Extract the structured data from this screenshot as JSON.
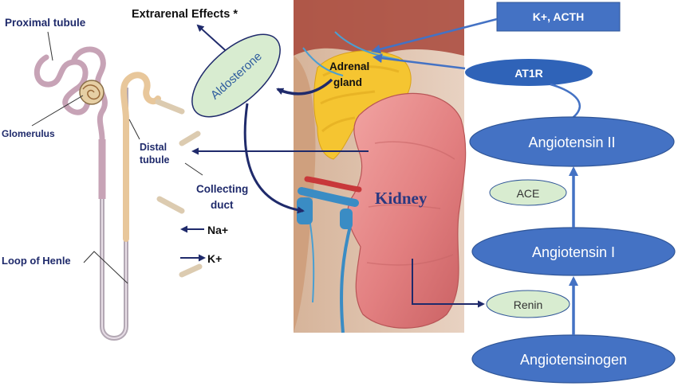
{
  "nephron": {
    "proximal_tubule": "Proximal tubule",
    "glomerulus": "Glomerulus",
    "distal_tubule_line1": "Distal",
    "distal_tubule_line2": "tubule",
    "collecting_duct_line1": "Collecting",
    "collecting_duct_line2": "duct",
    "loop_of_henle": "Loop of Henle",
    "na": "Na+",
    "k": "K+"
  },
  "hormones": {
    "extrarenal_effects": "Extrarenal Effects *",
    "aldosterone": "Aldosterone",
    "adrenal_line1": "Adrenal",
    "adrenal_line2": "gland",
    "kidney": "Kidney"
  },
  "raas": {
    "k_acth": "K+, ACTH",
    "at1r": "AT1R",
    "angiotensin_ii": "Angiotensin II",
    "ace": "ACE",
    "angiotensin_i": "Angiotensin I",
    "renin": "Renin",
    "angiotensinogen": "Angiotensinogen"
  },
  "colors": {
    "navy": "#1f2a6b",
    "raas_blue": "#4472c4",
    "oval_green": "#d8ecd0",
    "kidney_pink": "#e9868a",
    "adrenal_yellow": "#f5c531"
  }
}
